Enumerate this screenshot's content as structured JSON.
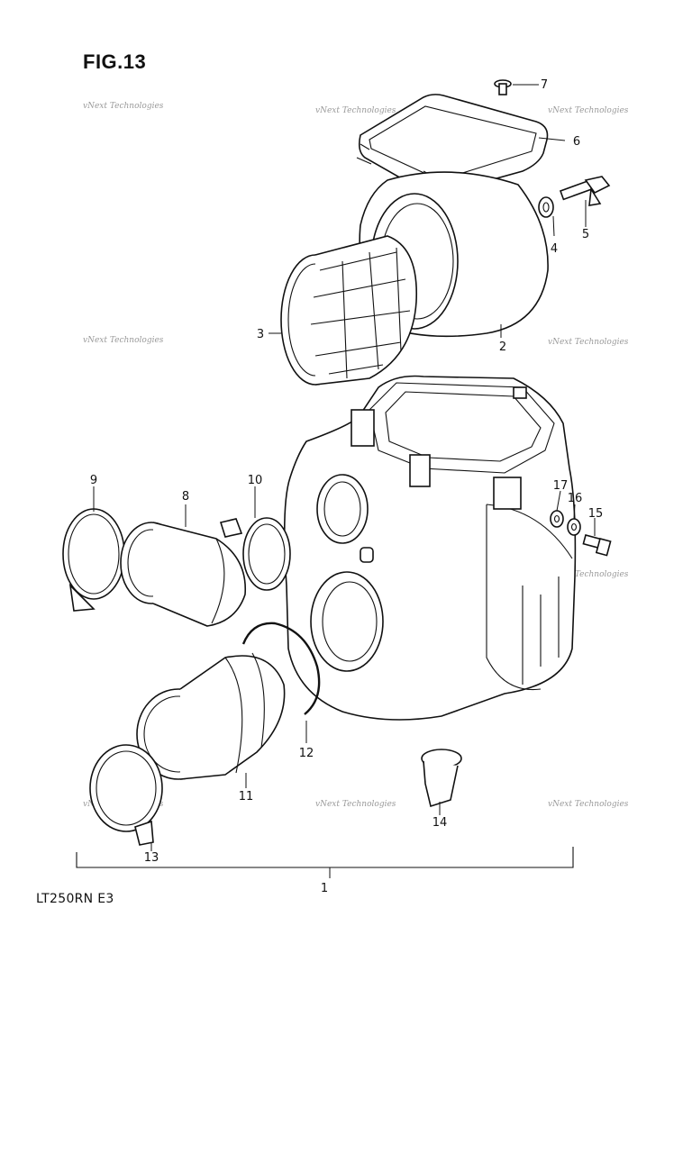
{
  "figure_title": "FIG.13",
  "model_label": "LT250RN E3",
  "watermark_text": "vNext Technologies",
  "part_numbers": [
    "1",
    "2",
    "3",
    "4",
    "5",
    "6",
    "7",
    "8",
    "9",
    "10",
    "11",
    "12",
    "13",
    "14",
    "15",
    "16",
    "17"
  ]
}
